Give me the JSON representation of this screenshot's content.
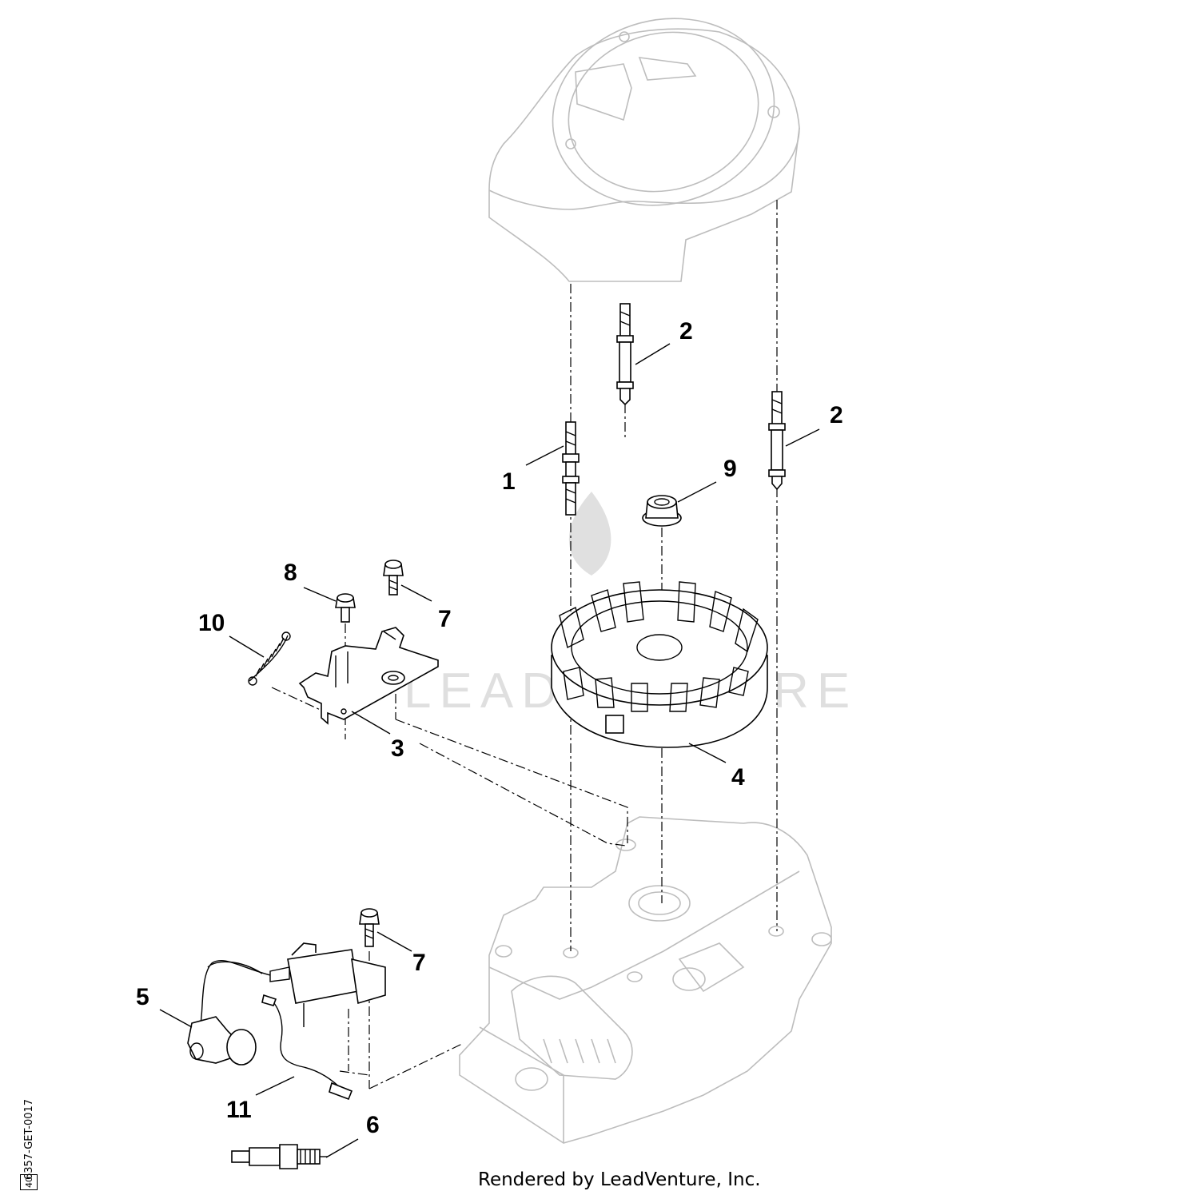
{
  "callouts": [
    {
      "id": "c1",
      "label": "1"
    },
    {
      "id": "c2a",
      "label": "2"
    },
    {
      "id": "c2b",
      "label": "2"
    },
    {
      "id": "c3",
      "label": "3"
    },
    {
      "id": "c4",
      "label": "4"
    },
    {
      "id": "c5",
      "label": "5"
    },
    {
      "id": "c6",
      "label": "6"
    },
    {
      "id": "c7a",
      "label": "7"
    },
    {
      "id": "c7b",
      "label": "7"
    },
    {
      "id": "c8",
      "label": "8"
    },
    {
      "id": "c9",
      "label": "9"
    },
    {
      "id": "c10",
      "label": "10"
    },
    {
      "id": "c11",
      "label": "11"
    }
  ],
  "footer": "Rendered by LeadVenture, Inc.",
  "diagram_code": "6357-GET-0017",
  "page_number": "40",
  "watermark": "LEADVENTURE"
}
